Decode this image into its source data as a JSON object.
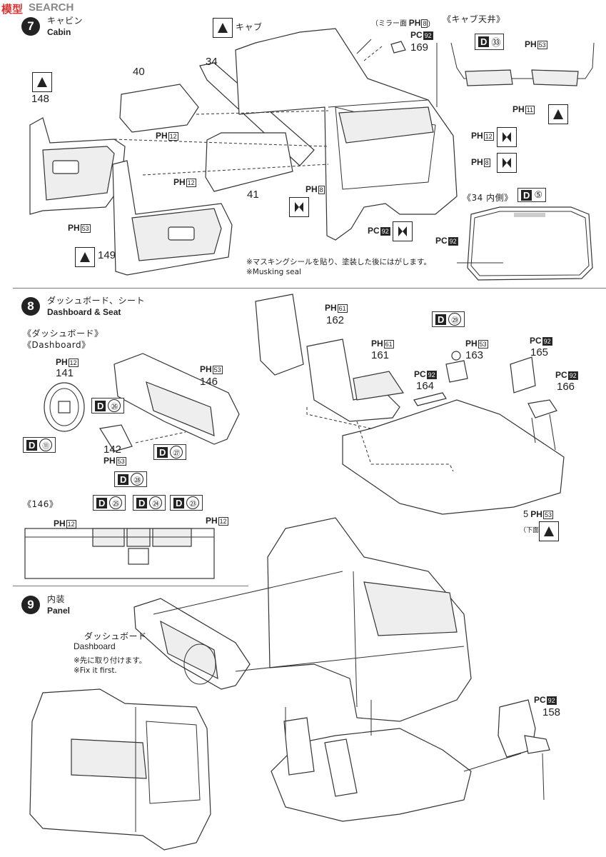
{
  "watermark": {
    "text": "SEARCH"
  },
  "steps": [
    {
      "number": "7",
      "title_jp": "キャビン",
      "title_en": "Cabin"
    },
    {
      "number": "8",
      "title_jp": "ダッシュボード、シート",
      "title_en": "Dashboard & Seat"
    },
    {
      "number": "9",
      "title_jp": "内装",
      "title_en": "Panel"
    }
  ],
  "cabin": {
    "label_cab": "キャブ",
    "label_mirror": "（ミラー面",
    "label_cab_roof": "《キャブ天井》",
    "label_34_inside": "《34 内側》",
    "part_148": "148",
    "part_149": "149",
    "part_40": "40",
    "part_34": "34",
    "part_41": "41",
    "part_169": "169",
    "ph12": "12",
    "ph53": "53",
    "ph8": "8",
    "ph11": "11",
    "pc92": "92",
    "d33": "㉝",
    "d5": "⑤",
    "note_jp": "※マスキングシールを貼り、塗装した後にはがします。",
    "note_en": "※Musking seal"
  },
  "dashboard": {
    "label_dashboard_jp": "《ダッシュボード》",
    "label_dashboard_en": "《Dashboard》",
    "label_146": "《146》",
    "label_underside": "（下面",
    "parts": [
      "141",
      "146",
      "142",
      "162",
      "161",
      "163",
      "165",
      "164",
      "166",
      "5"
    ],
    "paints": {
      "ph12": "12",
      "ph53": "53",
      "ph61": "61",
      "pc92": "92"
    },
    "decals": [
      "㉖",
      "⑪",
      "㉗",
      "㉘",
      "㉕",
      "㉔",
      "㉓",
      "㉙"
    ]
  },
  "panel": {
    "label_dashboard_jp": "ダッシュボード",
    "label_dashboard_en": "Dashboard",
    "note_jp": "※先に取り付けます。",
    "note_en": "※Fix it first.",
    "part_158": "158",
    "pc92": "92"
  },
  "labels": {
    "d": "D",
    "ph": "PH",
    "pc": "PC"
  }
}
